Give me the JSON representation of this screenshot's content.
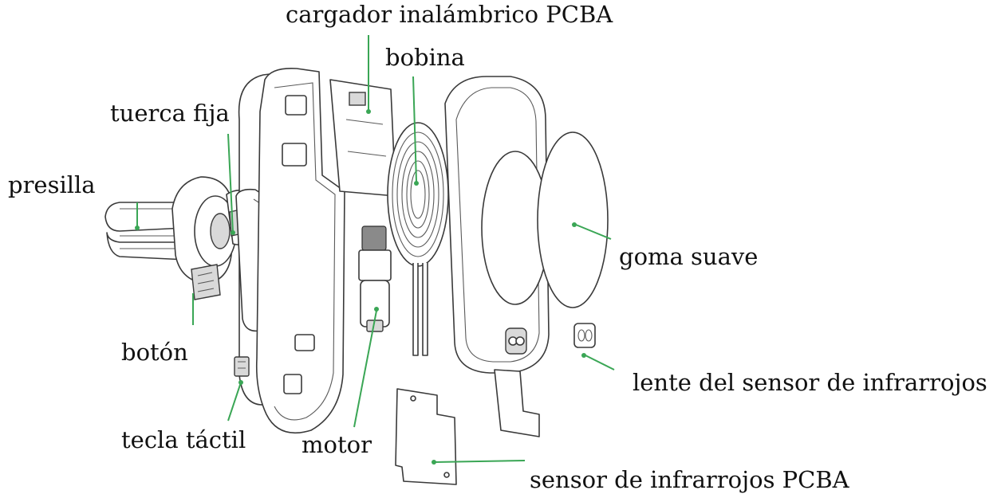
{
  "labels": {
    "cargador": "cargador inalámbrico PCBA",
    "bobina": "bobina",
    "tuerca": "tuerca fija",
    "presilla": "presilla",
    "goma": "goma suave",
    "boton": "botón",
    "lente": "lente del sensor de infrarrojos",
    "tecla": "tecla táctil",
    "motor": "motor",
    "sensor": "sensor de infrarrojos PCBA"
  },
  "colors": {
    "leader": "#3aa655",
    "outline": "#3a3a3a"
  }
}
